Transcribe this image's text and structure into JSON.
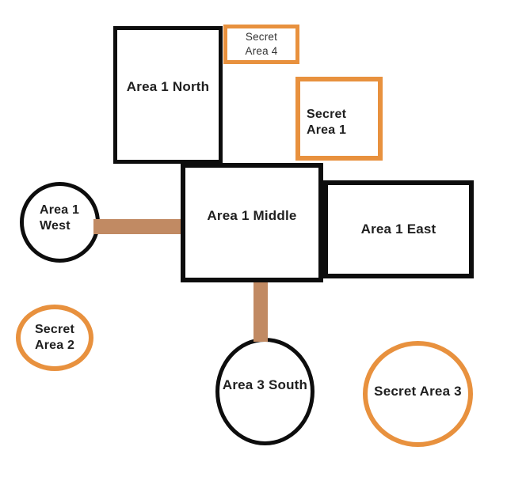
{
  "canvas": {
    "background": "#ffffff"
  },
  "palette": {
    "ink": "#0d0d0d",
    "orange": "#e8913e",
    "brown": "#c18a63"
  },
  "diagram": {
    "type": "hand-drawn area map",
    "rooms": [
      {
        "id": "area-1-north",
        "shape": "rectangle",
        "outline": "black",
        "line1": "Area 1 North"
      },
      {
        "id": "secret-area-4",
        "shape": "rectangle",
        "outline": "orange",
        "line1": "Secret",
        "line2": "Area 4"
      },
      {
        "id": "secret-area-1",
        "shape": "rectangle",
        "outline": "orange",
        "line1": "Secret",
        "line2": "Area 1"
      },
      {
        "id": "area-1-middle",
        "shape": "rectangle",
        "outline": "black",
        "line1": "Area 1 Middle"
      },
      {
        "id": "area-1-east",
        "shape": "rectangle",
        "outline": "black",
        "line1": "Area 1 East"
      },
      {
        "id": "area-1-west",
        "shape": "circle",
        "outline": "black",
        "line1": "Area 1",
        "line2": "West"
      },
      {
        "id": "secret-area-2",
        "shape": "circle",
        "outline": "orange",
        "line1": "Secret",
        "line2": "Area 2"
      },
      {
        "id": "area-3-south",
        "shape": "circle",
        "outline": "black",
        "line1": "Area 3 South"
      },
      {
        "id": "secret-area-3",
        "shape": "circle",
        "outline": "orange",
        "line1": "Secret Area 3"
      }
    ],
    "connectors": [
      {
        "id": "corridor-west",
        "from": "Area 1 West",
        "to": "Area 1 Middle",
        "orientation": "horizontal",
        "color": "#c18a63"
      },
      {
        "id": "corridor-south",
        "from": "Area 1 Middle",
        "to": "Area 3 South",
        "orientation": "vertical",
        "color": "#c18a63"
      }
    ]
  }
}
